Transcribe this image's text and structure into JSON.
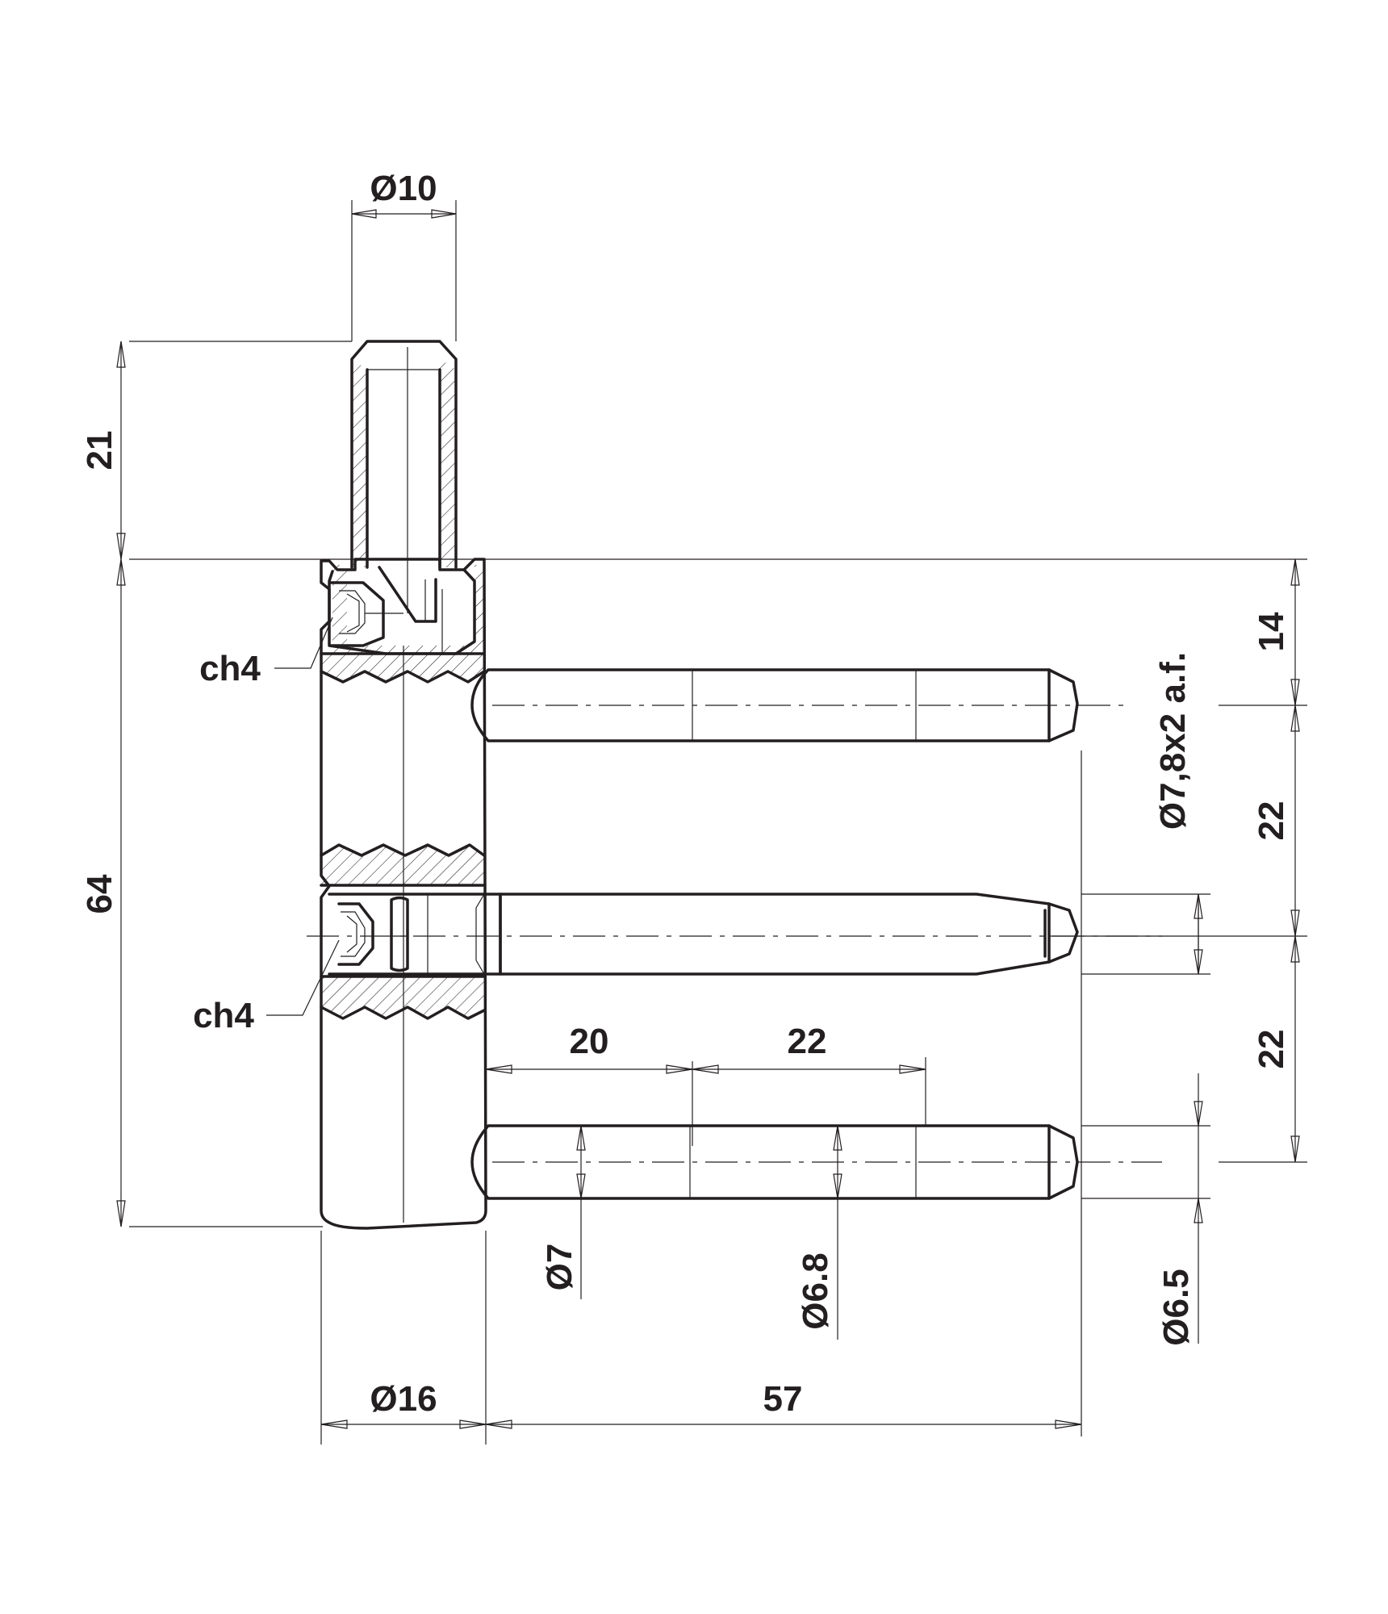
{
  "drawing": {
    "dimensions": {
      "pin_diameter": "Ø10",
      "pin_length": "21",
      "overall_height": "64",
      "offset_top": "14",
      "spacing_upper": "22",
      "spacing_lower": "22",
      "hex_top": "ch4",
      "hex_middle": "ch4",
      "segment_first": "20",
      "segment_second": "22",
      "dia_first": "Ø7",
      "dia_second": "Ø6.8",
      "dia_tip": "Ø6.5",
      "body_diameter": "Ø16",
      "overall_length": "57",
      "middle_bolt": "Ø7,8x2 a.f."
    }
  }
}
